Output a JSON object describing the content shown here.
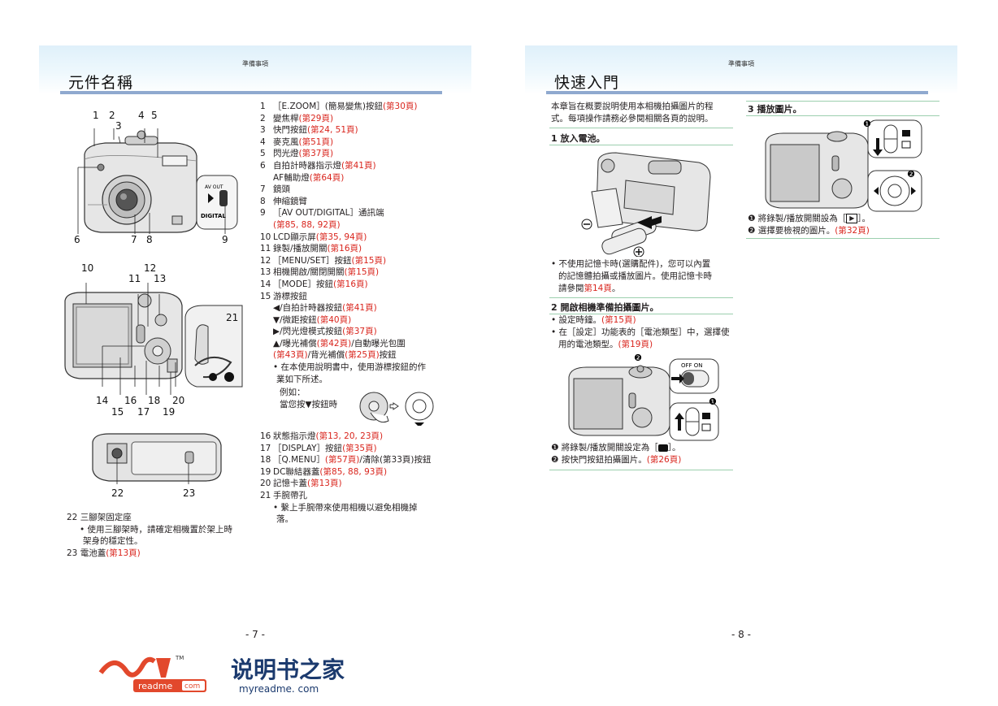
{
  "page7": {
    "header": "準備事項",
    "title": "元件名稱",
    "callouts_front": [
      "1",
      "2",
      "3",
      "4",
      "5",
      "6",
      "7",
      "8",
      "9"
    ],
    "av_label": "AV OUT",
    "digital_label": "DIGITAL",
    "callouts_back": [
      "10",
      "11",
      "12",
      "13",
      "14",
      "15",
      "16",
      "17",
      "18",
      "19",
      "20",
      "21"
    ],
    "callouts_bottom": [
      "22",
      "23"
    ],
    "items": [
      {
        "n": "1",
        "t": "［E.ZOOM］(簡易變焦)按鈕",
        "r": "(第30頁)"
      },
      {
        "n": "2",
        "t": "變焦桿",
        "r": "(第29頁)"
      },
      {
        "n": "3",
        "t": "快門按鈕",
        "r": "(第24, 51頁)"
      },
      {
        "n": "4",
        "t": "麥克風",
        "r": "(第51頁)"
      },
      {
        "n": "5",
        "t": "閃光燈",
        "r": "(第37頁)"
      },
      {
        "n": "6",
        "t": "自拍計時器指示燈",
        "r": "(第41頁)"
      },
      {
        "n": "",
        "t": "AF輔助燈",
        "r": "(第64頁)"
      },
      {
        "n": "7",
        "t": "鏡頭",
        "r": ""
      },
      {
        "n": "8",
        "t": "伸縮鏡臂",
        "r": ""
      },
      {
        "n": "9",
        "t": "［AV OUT/DIGITAL］通訊端",
        "r": ""
      },
      {
        "n": "",
        "t": "",
        "r": "(第85, 88, 92頁)"
      },
      {
        "n": "10",
        "t": "LCD顯示屏",
        "r": "(第35, 94頁)"
      },
      {
        "n": "11",
        "t": "錄製/播放開關",
        "r": "(第16頁)"
      },
      {
        "n": "12",
        "t": "［MENU/SET］按鈕",
        "r": "(第15頁)"
      },
      {
        "n": "13",
        "t": "相機開啟/關閉開關",
        "r": "(第15頁)"
      },
      {
        "n": "14",
        "t": "［MODE］按鈕",
        "r": "(第16頁)"
      },
      {
        "n": "15",
        "t": "游標按鈕",
        "r": ""
      }
    ],
    "cursor_items": [
      {
        "t": "◀/自拍計時器按鈕",
        "r": "(第41頁)",
        "s": ""
      },
      {
        "t": "▼/微距按鈕",
        "r": "(第40頁)",
        "s": ""
      },
      {
        "t": "▶/閃光燈模式按鈕",
        "r": "(第37頁)",
        "s": ""
      },
      {
        "t": "▲/曝光補償",
        "r": "(第42頁)",
        "s": "/自動曝光包圍"
      }
    ],
    "cursor_item_cont": {
      "r1": "(第43頁)",
      "t": "/背光補償",
      "r2": "(第25頁)",
      "s": "按鈕"
    },
    "cursor_note": "• 在本使用說明書中，使用游標按鈕的作",
    "cursor_note2": "業如下所述。",
    "example_label": "例如：",
    "example_text": "當您按▼按鈕時",
    "items2": [
      {
        "n": "16",
        "t": "狀態指示燈",
        "r": "(第13, 20, 23頁)",
        "s": ""
      },
      {
        "n": "17",
        "t": "［DISPLAY］按鈕",
        "r": "(第35頁)",
        "s": ""
      },
      {
        "n": "18",
        "t": "［Q.MENU］",
        "r": "(第57頁)",
        "s": "/清除(第33頁)按鈕"
      },
      {
        "n": "19",
        "t": "DC聯結器蓋",
        "r": "(第85, 88, 93頁)",
        "s": ""
      },
      {
        "n": "20",
        "t": "記憶卡蓋",
        "r": "(第13頁)",
        "s": ""
      },
      {
        "n": "21",
        "t": "手腕帶孔",
        "r": "",
        "s": ""
      }
    ],
    "strap_note": "• 繫上手腕帶來使用相機以避免相機掉",
    "strap_note2": "落。",
    "item22": "22 三腳架固定座",
    "item22_note": "• 使用三腳架時，請確定相機置於架上時",
    "item22_note2": "架身的穩定性。",
    "item23": "23 電池蓋",
    "item23_ref": "(第13頁)",
    "page_number": "- 7 -"
  },
  "page8": {
    "header": "準備事項",
    "title": "快速入門",
    "intro1": "本章旨在概要說明使用本相機拍攝圖片的程",
    "intro2": "式。每項操作請務必參閱相關各頁的說明。",
    "step1": "1 放入電池。",
    "step1_note1": "• 不使用記憶卡時(選購配件)，您可以內置",
    "step1_note2": "的記憶體拍攝或播放圖片。使用記憶卡時",
    "step1_note3": "請參閱",
    "step1_ref": "第14頁",
    "step1_end": "。",
    "step2": "2 開啟相機準備拍攝圖片。",
    "step2_b1": "• 設定時鐘。",
    "step2_b1_ref": "(第15頁)",
    "step2_b2": "• 在［設定］功能表的［電池類型］中，選擇使",
    "step2_b2b": "用的電池類型。",
    "step2_b2_ref": "(第19頁)",
    "off_on": "OFF  ON",
    "step2_n1": "❶ 將錄製/播放開關設定為［",
    "step2_n1_end": "］。",
    "step2_n2": "❷ 按快門按鈕拍攝圖片。",
    "step2_n2_ref": "(第26頁)",
    "step3": "3 播放圖片。",
    "step3_n1": "❶ 將錄製/播放開關設為［",
    "step3_n1_end": "］。",
    "step3_n2": "❷ 選擇要檢視的圖片。",
    "step3_n2_ref": "(第32頁)",
    "circled1": "❶",
    "circled2": "❷",
    "page_number": "- 8 -"
  },
  "logo": {
    "brand": "readme",
    "brand_com": "com",
    "tm": "TM",
    "cn": "说明书之家",
    "url": "myreadme. com"
  }
}
